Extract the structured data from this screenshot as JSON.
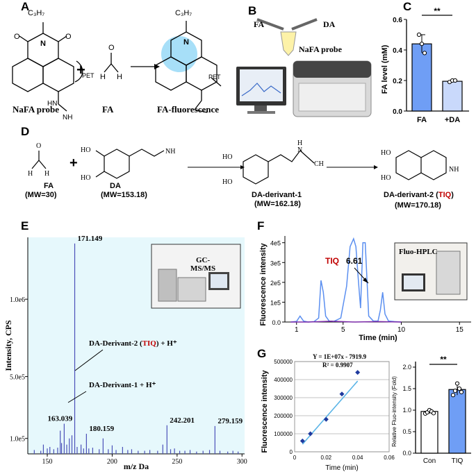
{
  "panels": {
    "A": {
      "label": "A",
      "chain": "C₃H₇",
      "pet": "PET",
      "plus": "+",
      "probe_caption": "NaFA probe",
      "fa_caption": "FA",
      "product_caption": "FA-fluorescence"
    },
    "B": {
      "label": "B",
      "fa": "FA",
      "da": "DA",
      "probe": "NaFA probe"
    },
    "C": {
      "label": "C",
      "ylabel": "FA level (mM)",
      "sig": "**",
      "ticks": [
        "0.0",
        "0.2",
        "0.4",
        "0.6"
      ],
      "categories": [
        "FA",
        "+DA"
      ]
    },
    "D": {
      "label": "D",
      "plus": "+",
      "fa": "FA",
      "fa_mw": "(MW=30)",
      "da": "DA",
      "da_mw": "(MW=153.18)",
      "d1": "DA-derivant-1",
      "d1_mw": "(MW=162.18)",
      "d2_pre": "DA-derivant-2 (",
      "d2_tiq": "TIQ",
      "d2_post": ")",
      "d2_mw": "(MW=170.18)"
    },
    "E": {
      "label": "E",
      "ylabel": "Intensity, CPS",
      "xlabel": "m/z Da",
      "yticks": [
        "1.0e5",
        "5.0e5",
        "1.0e6"
      ],
      "xticks": [
        "150",
        "200",
        "250",
        "300"
      ],
      "instrument": "GC-\nMS/MS",
      "ann1_pre": "DA-Derivant-2 (",
      "ann1_tiq": "TIQ",
      "ann1_post": ") + H⁺",
      "ann2": "DA-Derivant-1 + H⁺",
      "peak_labels": [
        "171.149",
        "163.039",
        "180.159",
        "242.201",
        "279.159"
      ]
    },
    "F": {
      "label": "F",
      "ylabel": "Fluorescence intensity",
      "xlabel": "Time (min)",
      "yticks": [
        "0.0",
        "1e5",
        "2e5",
        "3e5",
        "4e5"
      ],
      "xticks": [
        "1",
        "5",
        "10",
        "15"
      ],
      "tiq": "TIQ",
      "tiq_time": "6.61",
      "instrument": "Fluo-HPLC"
    },
    "G": {
      "label": "G",
      "equation": "Y = 1E+07x - 7919.9",
      "r2": "R² = 0.9907",
      "ylabel": "Fluorescence intensity",
      "xlabel": "Time (min)",
      "yticks": [
        "0",
        "100000",
        "200000",
        "300000",
        "400000",
        "500000"
      ],
      "xticks": [
        "0",
        "0.02",
        "0.04",
        "0.06"
      ],
      "bar_ylabel": "Relative Fluo-intensity (Fold)",
      "bar_sig": "**",
      "bar_yticks": [
        "0.0",
        "0.5",
        "1.0",
        "1.5",
        "2.0"
      ],
      "bar_categories": [
        "Con",
        "TIQ"
      ]
    }
  },
  "chart_data": [
    {
      "type": "bar",
      "panel": "C",
      "ylabel": "FA level (mM)",
      "categories": [
        "FA",
        "+DA"
      ],
      "values": [
        0.44,
        0.195
      ],
      "points": [
        [
          0.5,
          0.44,
          0.38
        ],
        [
          0.19,
          0.2,
          0.2
        ]
      ],
      "ylim": [
        0,
        0.6
      ],
      "colors": [
        "#6f9ef5",
        "#c9d9fb"
      ]
    },
    {
      "type": "bar",
      "panel": "E",
      "xlabel": "m/z Da",
      "ylabel": "Intensity, CPS",
      "xlim": [
        135,
        302
      ],
      "ylim": [
        0,
        1400000
      ],
      "x": [
        140,
        145,
        147,
        150,
        152,
        155,
        158,
        160,
        161,
        163.039,
        165,
        167,
        169,
        171.149,
        173,
        176,
        178,
        180.159,
        182,
        185,
        190,
        193,
        197,
        200,
        203,
        208,
        212,
        215,
        220,
        225,
        229,
        235,
        239,
        242.201,
        245,
        248,
        252,
        256,
        260,
        265,
        270,
        275,
        279.159,
        283,
        289,
        293,
        297
      ],
      "values": [
        25000,
        20000,
        60000,
        35000,
        45000,
        30000,
        40000,
        150000,
        70000,
        195000,
        60000,
        100000,
        120000,
        1360000,
        45000,
        60000,
        35000,
        130000,
        35000,
        40000,
        30000,
        100000,
        30000,
        55000,
        25000,
        45000,
        25000,
        30000,
        20000,
        20000,
        25000,
        20000,
        60000,
        185000,
        30000,
        35000,
        20000,
        20000,
        25000,
        15000,
        20000,
        25000,
        180000,
        20000,
        15000,
        20000,
        15000
      ]
    },
    {
      "type": "line",
      "panel": "F",
      "xlabel": "Time (min)",
      "ylabel": "Fluorescence intensity",
      "xlim": [
        0,
        16
      ],
      "ylim": [
        0,
        420000
      ],
      "series": [
        {
          "x": [
            0.5,
            1.0,
            1.3,
            1.6,
            2.0,
            2.5,
            2.9,
            3.1,
            3.3,
            3.5,
            3.8,
            4.2,
            4.8,
            5.3,
            5.6,
            5.9,
            6.1,
            6.3,
            6.5,
            6.7,
            6.9,
            7.2,
            7.6,
            8.0,
            8.2,
            8.4,
            8.6,
            8.9,
            9.4,
            10.0
          ],
          "values": [
            0,
            3000,
            30000,
            5000,
            0,
            2000,
            20000,
            210000,
            150000,
            30000,
            5000,
            3000,
            20000,
            180000,
            380000,
            420000,
            380000,
            220000,
            70000,
            400000,
            400000,
            30000,
            5000,
            5000,
            60000,
            150000,
            40000,
            5000,
            2000,
            0
          ]
        },
        {
          "x": [
            0.5,
            2,
            4,
            6,
            8,
            10
          ],
          "values": [
            0,
            0,
            4000,
            0,
            2000,
            0
          ]
        }
      ]
    },
    {
      "type": "scatter",
      "panel": "G",
      "xlabel": "Time (min)",
      "ylabel": "Fluorescence intensity",
      "xlim": [
        0,
        0.06
      ],
      "ylim": [
        0,
        500000
      ],
      "x": [
        0.005,
        0.01,
        0.02,
        0.03,
        0.04
      ],
      "values": [
        60000,
        100000,
        180000,
        320000,
        440000
      ]
    },
    {
      "type": "bar",
      "panel": "G",
      "ylabel": "Relative Fluo-intensity (Fold)",
      "categories": [
        "Con",
        "TIQ"
      ],
      "values": [
        0.97,
        1.48
      ],
      "points": [
        [
          0.92,
          0.95,
          1.0,
          0.97,
          0.93
        ],
        [
          1.35,
          1.45,
          1.62,
          1.5,
          1.42
        ]
      ],
      "ylim": [
        0,
        2.0
      ],
      "colors": [
        "#ffffff",
        "#6f9ef5"
      ]
    }
  ]
}
